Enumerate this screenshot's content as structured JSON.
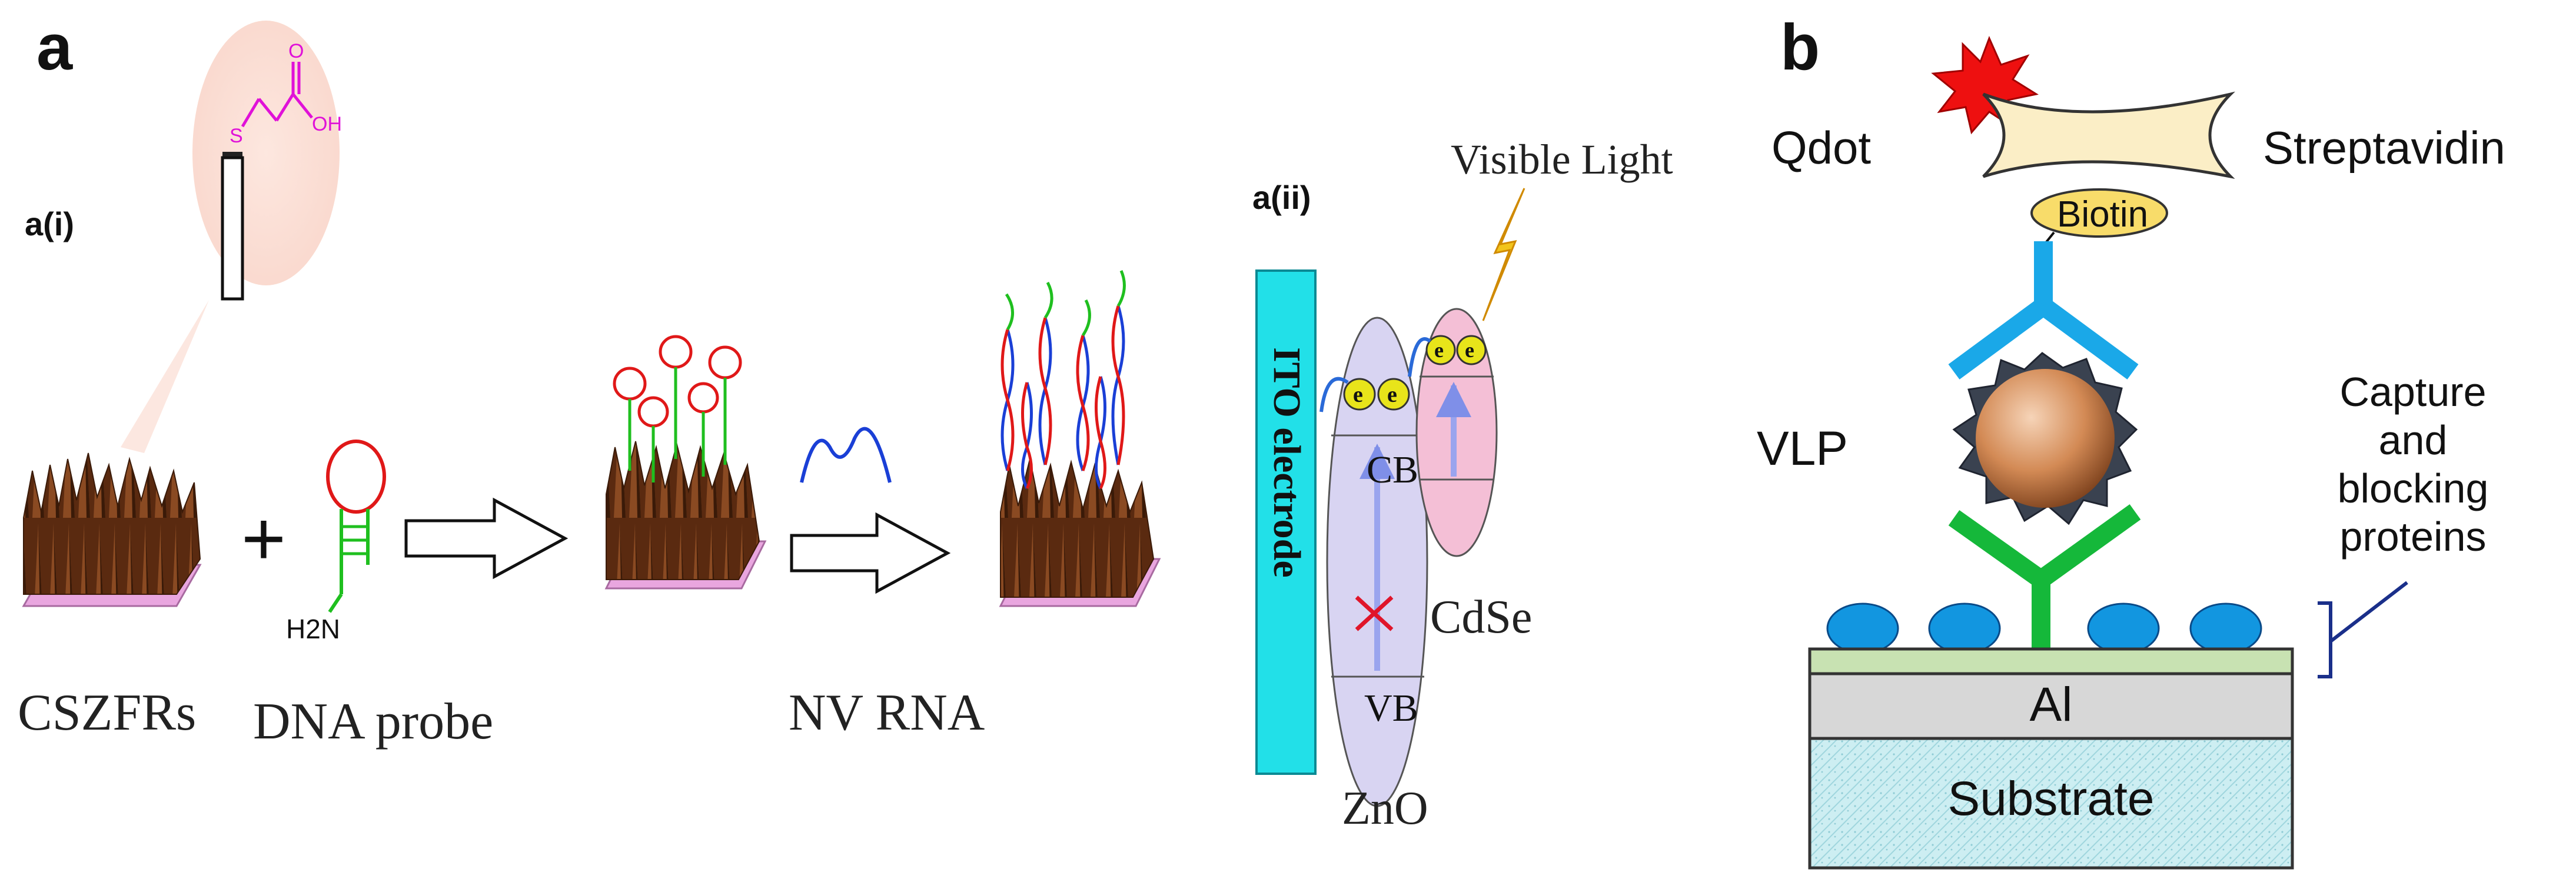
{
  "panel_a": {
    "letter": "a",
    "sub_i": "a(i)",
    "sub_ii": "a(ii)",
    "cooh_o": "O",
    "cooh_oh": "OH",
    "sulfur": "S",
    "probe_amine": "H2N",
    "label_cszfrs": "CSZFRs",
    "label_dna_probe": "DNA probe",
    "label_nv_rna": "NV RNA",
    "label_visible_light": "Visible Light",
    "label_ito": "ITO electrode",
    "label_cb": "CB",
    "label_vb": "VB",
    "label_zno": "ZnO",
    "label_cdse": "CdSe",
    "electron": "e",
    "plus_sign": "+"
  },
  "panel_b": {
    "letter": "b",
    "label_qdot": "Qdot",
    "label_streptavidin": "Streptavidin",
    "label_biotin": "Biotin",
    "label_vlp": "VLP",
    "label_capture_1": "Capture",
    "label_capture_2": "and",
    "label_capture_3": "blocking",
    "label_capture_4": "proteins",
    "label_al": "Al",
    "label_substrate": "Substrate"
  },
  "colors": {
    "rod_brown": "#7a3e1c",
    "base_pink": "#e7a8dc",
    "probe_red": "#e01818",
    "probe_green": "#1fbf1f",
    "rna_blue": "#1a3fd6",
    "ito_cyan": "#22e0e8",
    "zno_lavender": "#d8d4f2",
    "cdse_pink": "#f4bfd6",
    "qdot_red": "#ee1010",
    "antibody_blue": "#1aa8e8",
    "antibody_green": "#15b83a",
    "biotin_yellow": "#f8dc6a",
    "al_gray": "#d7d7d7",
    "layer_green": "#c8e2b2",
    "substrate_teal": "#c8ecf0",
    "bead_blue": "#1296e0"
  }
}
